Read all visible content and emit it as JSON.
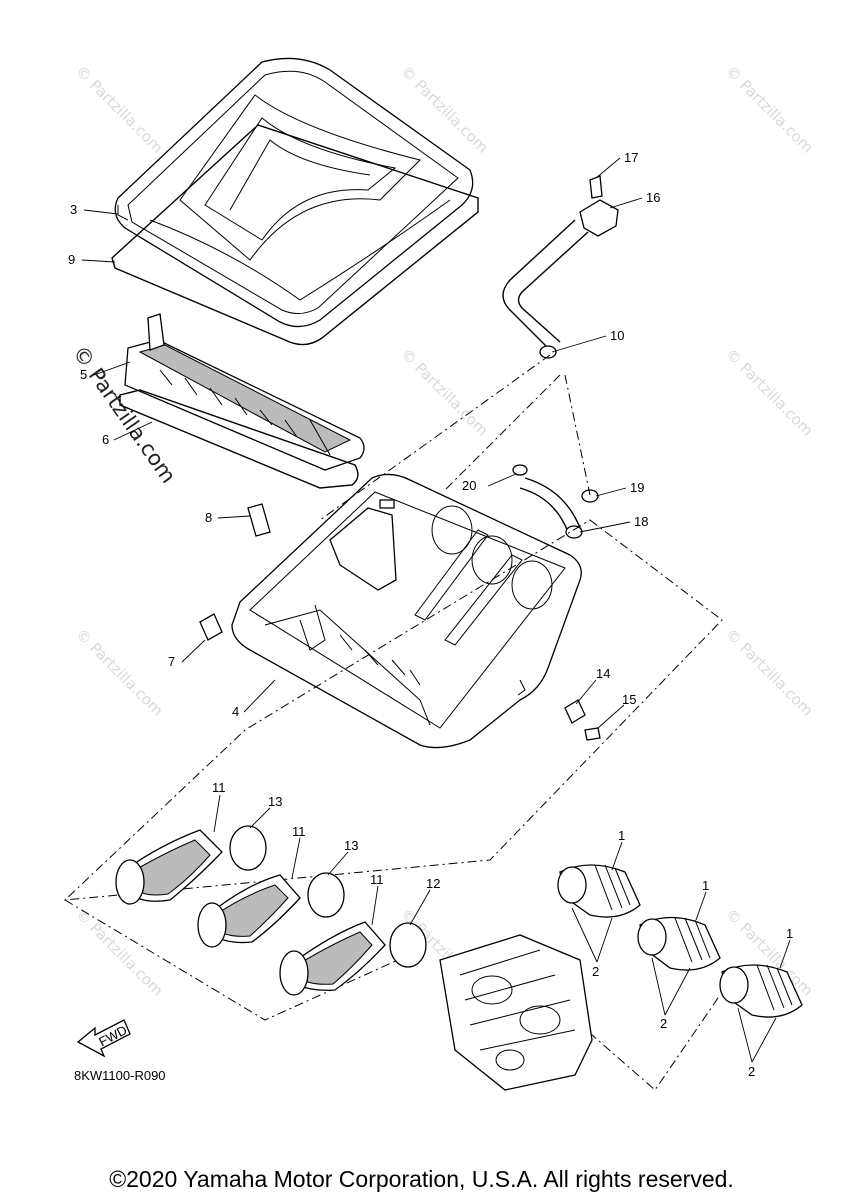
{
  "diagram": {
    "callouts": [
      {
        "id": "c3",
        "label": "3"
      },
      {
        "id": "c9",
        "label": "9"
      },
      {
        "id": "c5",
        "label": "5"
      },
      {
        "id": "c6",
        "label": "6"
      },
      {
        "id": "c8",
        "label": "8"
      },
      {
        "id": "c7",
        "label": "7"
      },
      {
        "id": "c4",
        "label": "4"
      },
      {
        "id": "c17",
        "label": "17"
      },
      {
        "id": "c16",
        "label": "16"
      },
      {
        "id": "c10",
        "label": "10"
      },
      {
        "id": "c20",
        "label": "20"
      },
      {
        "id": "c19",
        "label": "19"
      },
      {
        "id": "c18",
        "label": "18"
      },
      {
        "id": "c14",
        "label": "14"
      },
      {
        "id": "c15",
        "label": "15"
      },
      {
        "id": "c11a",
        "label": "11"
      },
      {
        "id": "c13a",
        "label": "13"
      },
      {
        "id": "c11b",
        "label": "11"
      },
      {
        "id": "c13b",
        "label": "13"
      },
      {
        "id": "c11c",
        "label": "11"
      },
      {
        "id": "c12",
        "label": "12"
      },
      {
        "id": "c1a",
        "label": "1"
      },
      {
        "id": "c1b",
        "label": "1"
      },
      {
        "id": "c1c",
        "label": "1"
      },
      {
        "id": "c2a",
        "label": "2"
      },
      {
        "id": "c2b",
        "label": "2"
      },
      {
        "id": "c2c",
        "label": "2"
      }
    ],
    "fwd_label": "FWD",
    "reference_code": "8KW1100-R090",
    "watermark_text": "© Partzilla.com",
    "brand_text": "© Partzilla.com"
  },
  "footer": {
    "copyright": "©2020 Yamaha Motor Corporation, U.S.A. All rights reserved."
  }
}
